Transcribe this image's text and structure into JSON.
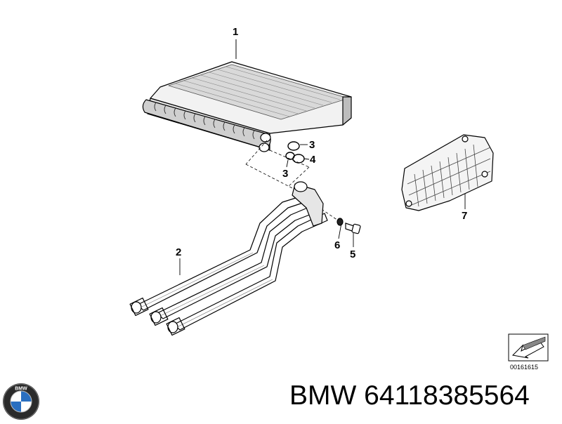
{
  "diagram": {
    "callouts": [
      {
        "id": "1",
        "label": "1"
      },
      {
        "id": "2",
        "label": "2"
      },
      {
        "id": "3a",
        "label": "3"
      },
      {
        "id": "3b",
        "label": "3"
      },
      {
        "id": "4",
        "label": "4"
      },
      {
        "id": "5",
        "label": "5"
      },
      {
        "id": "6",
        "label": "6"
      },
      {
        "id": "7",
        "label": "7"
      }
    ],
    "reference_code": "00161615",
    "part_number_text": "BMW 64118385564",
    "logo_letters": "BMW",
    "colors": {
      "line": "#000000",
      "shade": "#cfcfcf",
      "dark_shade": "#9a9a9a",
      "logo_blue": "#2a6fc0"
    },
    "icons": [
      "bmw-logo-icon",
      "catalog-arrow-icon"
    ]
  }
}
